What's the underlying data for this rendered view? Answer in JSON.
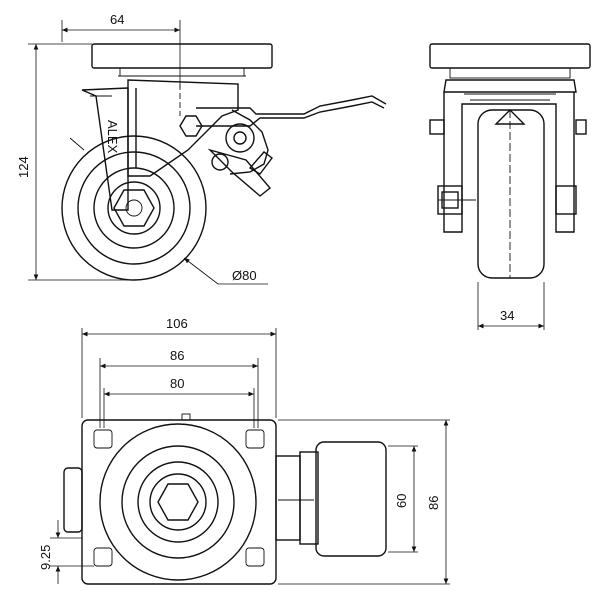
{
  "dimensions": {
    "top_plate_width": "64",
    "overall_height": "124",
    "wheel_diameter": "Ø80",
    "wheel_width": "34",
    "plate_width": "106",
    "hole_spacing_outer": "86",
    "hole_spacing_inner": "80",
    "plate_depth_inner": "60",
    "plate_depth_outer": "86",
    "offset": "9.25"
  },
  "brand_mark": "ALEX"
}
